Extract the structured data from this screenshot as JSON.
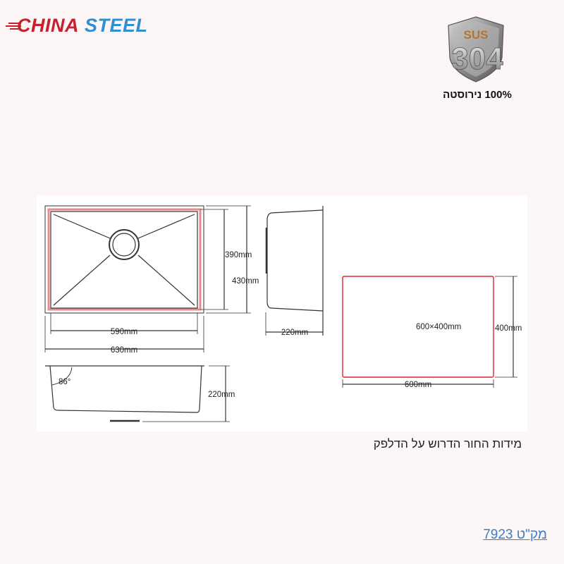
{
  "brand": {
    "part1": "CHINA",
    "part2": "STEEL",
    "colors": {
      "china": "#c8202f",
      "steel": "#2f8fd0"
    }
  },
  "badge": {
    "top": "SUS",
    "number": "304",
    "caption": "100% נירוסטה"
  },
  "drawing": {
    "top_view": {
      "inner_width": "590mm",
      "outer_width": "630mm",
      "inner_depth": "390mm",
      "outer_depth": "430mm"
    },
    "side_view": {
      "height": "220mm"
    },
    "front_view": {
      "angle": "86°",
      "height": "220mm"
    },
    "cutout": {
      "label": "600×400mm",
      "width": "600mm",
      "height": "400mm",
      "color": "#e0232f"
    }
  },
  "caption": "מידות   החור הדרוש על הדלפק",
  "sku": "מק\"ט 7923"
}
